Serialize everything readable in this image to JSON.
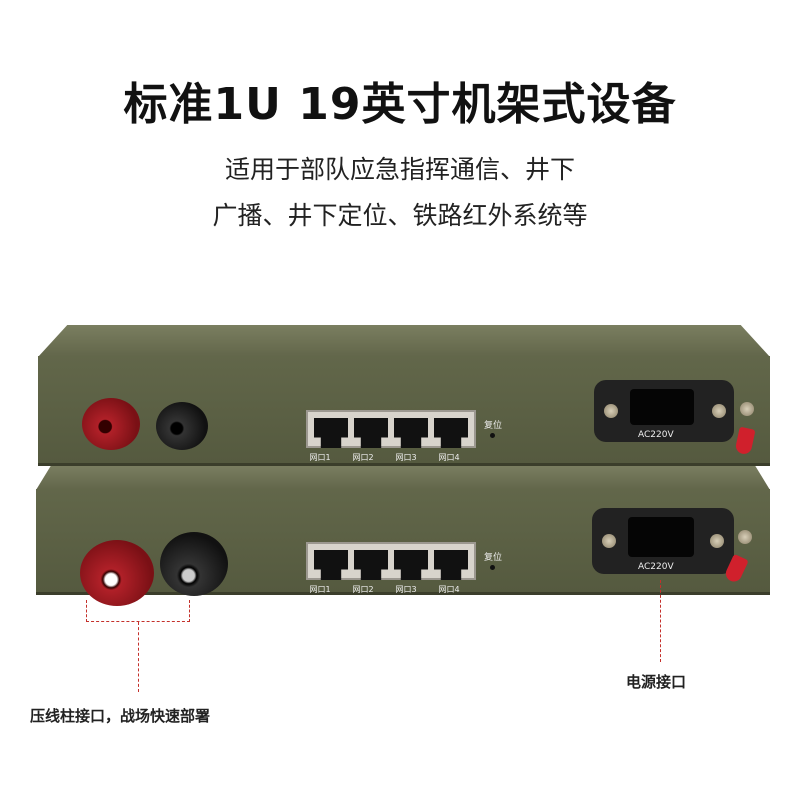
{
  "headline": "标准1U 19英寸机架式设备",
  "subtitle_lines": [
    "适用于部队应急指挥通信、井下",
    "广播、井下定位、铁路红外系统等"
  ],
  "device": {
    "ports": [
      "网口1",
      "网口2",
      "网口3",
      "网口4"
    ],
    "reset_label": "复位",
    "power_label": "AC220V"
  },
  "callouts": {
    "binding_post": "压线柱接口，战场快速部署",
    "power": "电源接口"
  },
  "colors": {
    "chassis": "#5d6245",
    "callout_line": "#c4302b",
    "post_red": "#a01820"
  }
}
